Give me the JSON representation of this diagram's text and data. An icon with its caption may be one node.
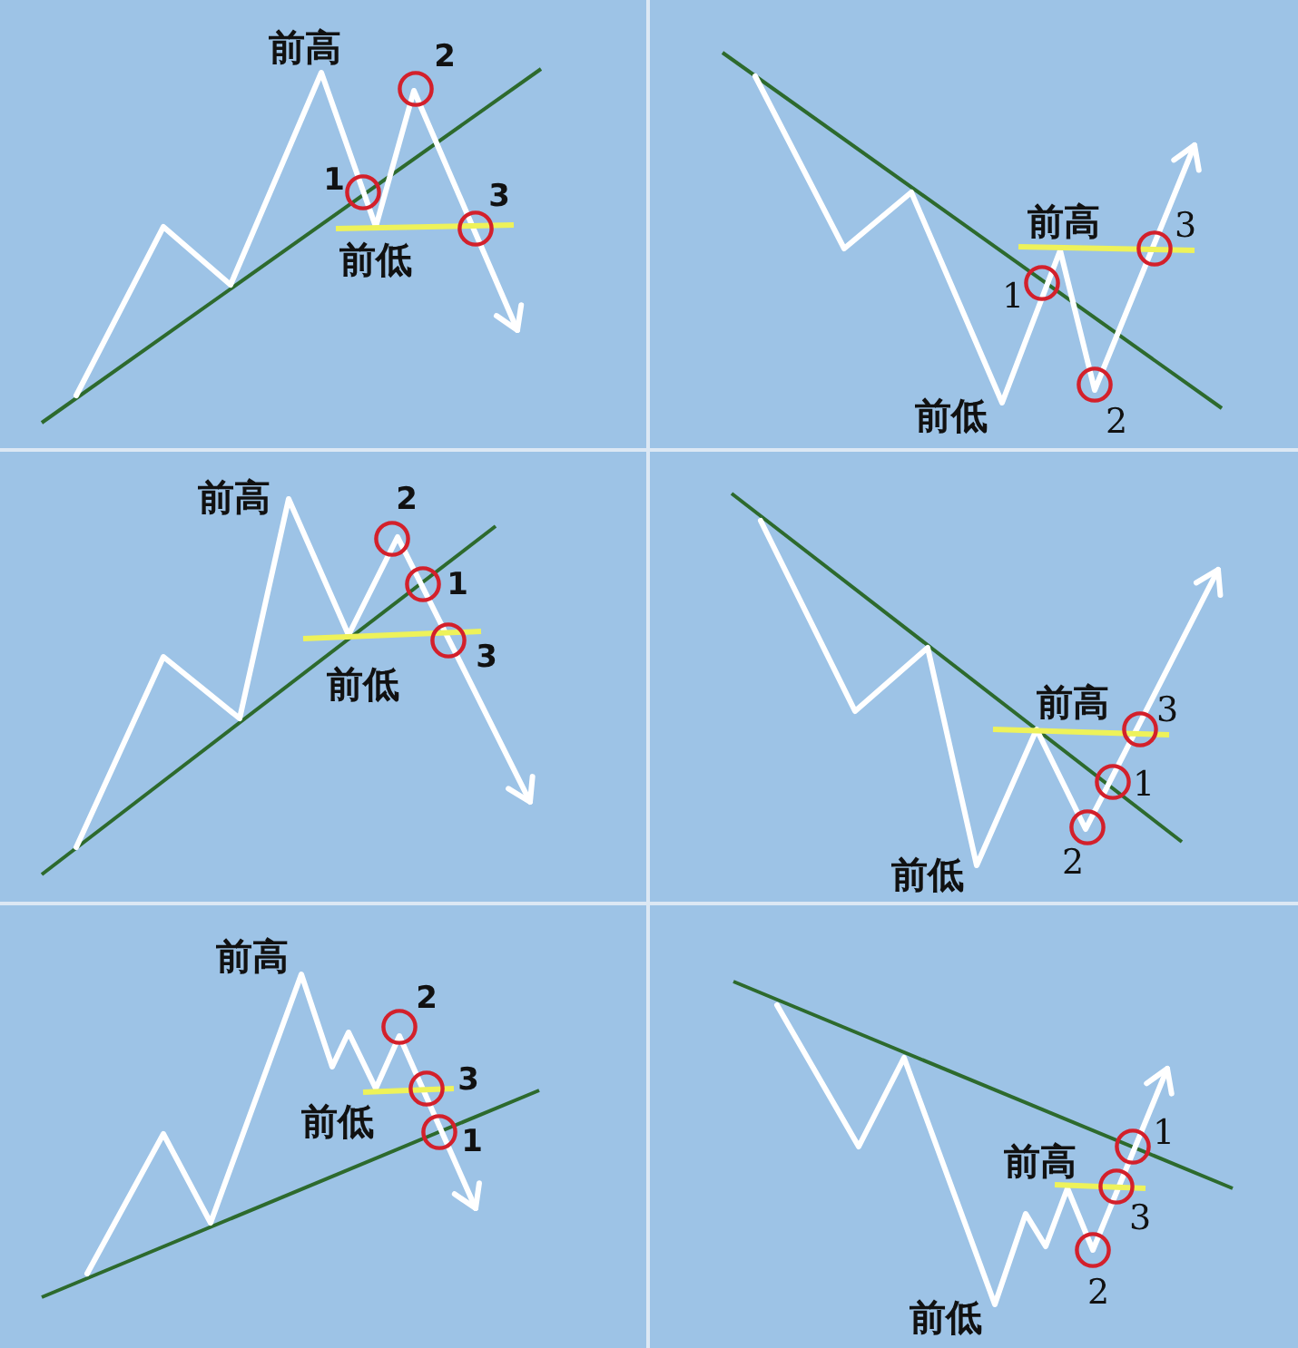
{
  "diagram": {
    "labels": [
      "前高",
      "2",
      "1",
      "3",
      "前低",
      "前高",
      "3",
      "1",
      "前低",
      "2",
      "前高",
      "2",
      "1",
      "3",
      "前低",
      "前高",
      "3",
      "1",
      "前低",
      "2",
      "前高",
      "2",
      "3",
      "前低",
      "1",
      "1",
      "前高",
      "3",
      "2",
      "前低"
    ]
  }
}
